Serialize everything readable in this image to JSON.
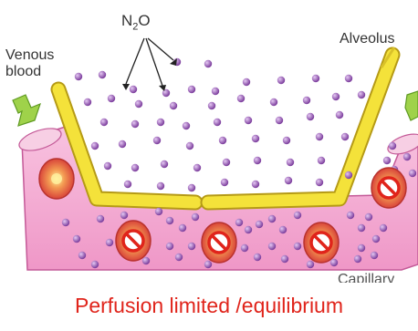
{
  "labels": {
    "gas_prefix": "N",
    "gas_subscript": "2",
    "gas_suffix": "O",
    "venous_line1": "Venous",
    "venous_line2": "blood",
    "alveolus": "Alveolus",
    "capillary": "Capillary"
  },
  "caption": "Perfusion limited /equilibrium",
  "colors": {
    "caption": "#e0241b",
    "capillary": "#f5b3d6",
    "membrane": "#f4e23a",
    "molecule": "#9a4fb8",
    "red_cell": "#e8734a",
    "arrow": "#9fd24a"
  }
}
